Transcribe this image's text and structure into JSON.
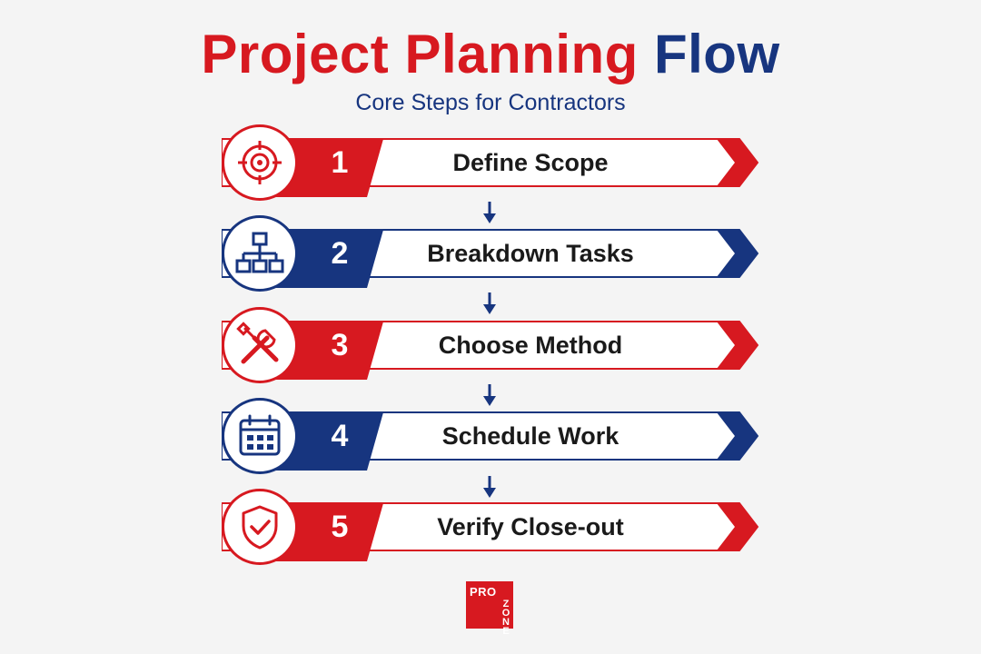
{
  "header": {
    "title_part1": "Project Planning",
    "title_part2": "Flow",
    "subtitle": "Core Steps for Contractors"
  },
  "colors": {
    "red": "#d71920",
    "blue": "#17357f",
    "background": "#f4f4f4",
    "text": "#1a1a1a"
  },
  "steps": [
    {
      "number": "1",
      "label": "Define Scope",
      "color": "red",
      "icon": "target-icon"
    },
    {
      "number": "2",
      "label": "Breakdown Tasks",
      "color": "blue",
      "icon": "hierarchy-icon"
    },
    {
      "number": "3",
      "label": "Choose Method",
      "color": "red",
      "icon": "tools-icon"
    },
    {
      "number": "4",
      "label": "Schedule Work",
      "color": "blue",
      "icon": "calendar-icon"
    },
    {
      "number": "5",
      "label": "Verify Close-out",
      "color": "red",
      "icon": "shield-check-icon"
    }
  ],
  "logo": {
    "line1": "PRO",
    "line2": "ZONE"
  }
}
